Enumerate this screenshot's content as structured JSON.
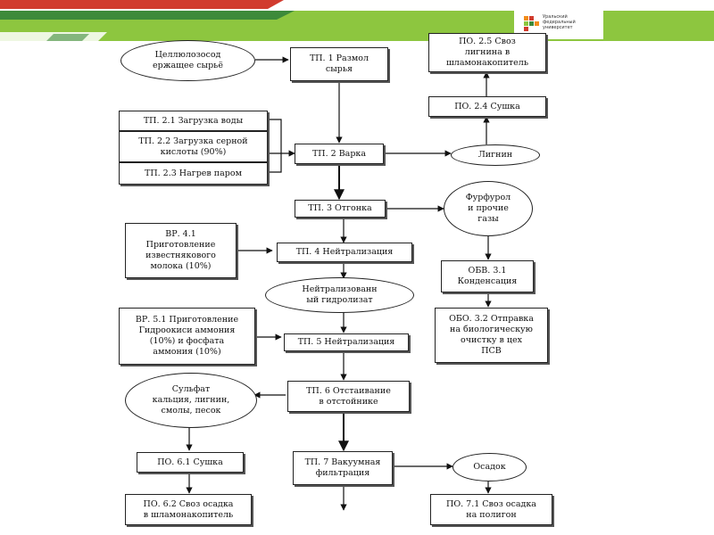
{
  "colors": {
    "green": "#8dc63f",
    "dark_green": "#3d8a3a",
    "red": "#d13b2e",
    "orange": "#f28c1a"
  },
  "header": {
    "logo_text": "Уральский федеральный университет"
  },
  "nodes": {
    "raw": "Целлюлозосод\nержащее сырьё",
    "tp1": "ТП. 1 Размол\nсырья",
    "po25": "ПО. 2.5 Своз\nлигнина в\nшламонакопитель",
    "po24": "ПО. 2.4 Сушка",
    "tp21": "ТП. 2.1 Загрузка воды",
    "tp22": "ТП. 2.2 Загрузка серной\nкислоты (90%)",
    "tp23": "ТП. 2.3 Нагрев паром",
    "tp2": "ТП. 2 Варка",
    "lignin": "Лигнин",
    "tp3": "ТП. 3 Отгонка",
    "furfurol": "Фурфурол\nи прочие\nгазы",
    "vr41": "ВР. 4.1\nПриготовление\nизвестнякового\nмолока (10%)",
    "tp4": "ТП. 4 Нейтрализация",
    "obv31": "ОБВ. 3.1\nКонденсация",
    "neutral": "Нейтрализованн\nый гидролизат",
    "vr51": "ВР. 5.1 Приготовление\nГидроокиси аммония\n(10%) и фосфата\nаммония (10%)",
    "tp5": "ТП. 5 Нейтрализация",
    "obo32": "ОБО. 3.2 Отправка\nна биологическую\nочистку в цех\nПСВ",
    "sulfate": "Сульфат\nкальция, лигнин,\nсмолы, песок",
    "tp6": "ТП. 6 Отстаивание\nв отстойнике",
    "po61": "ПО. 6.1 Сушка",
    "tp7": "ТП. 7 Вакуумная\nфильтрация",
    "sediment": "Осадок",
    "po62": "ПО. 6.2 Своз осадка\nв шламонакопитель",
    "po71": "ПО. 7.1 Своз осадка\nна полигон"
  }
}
